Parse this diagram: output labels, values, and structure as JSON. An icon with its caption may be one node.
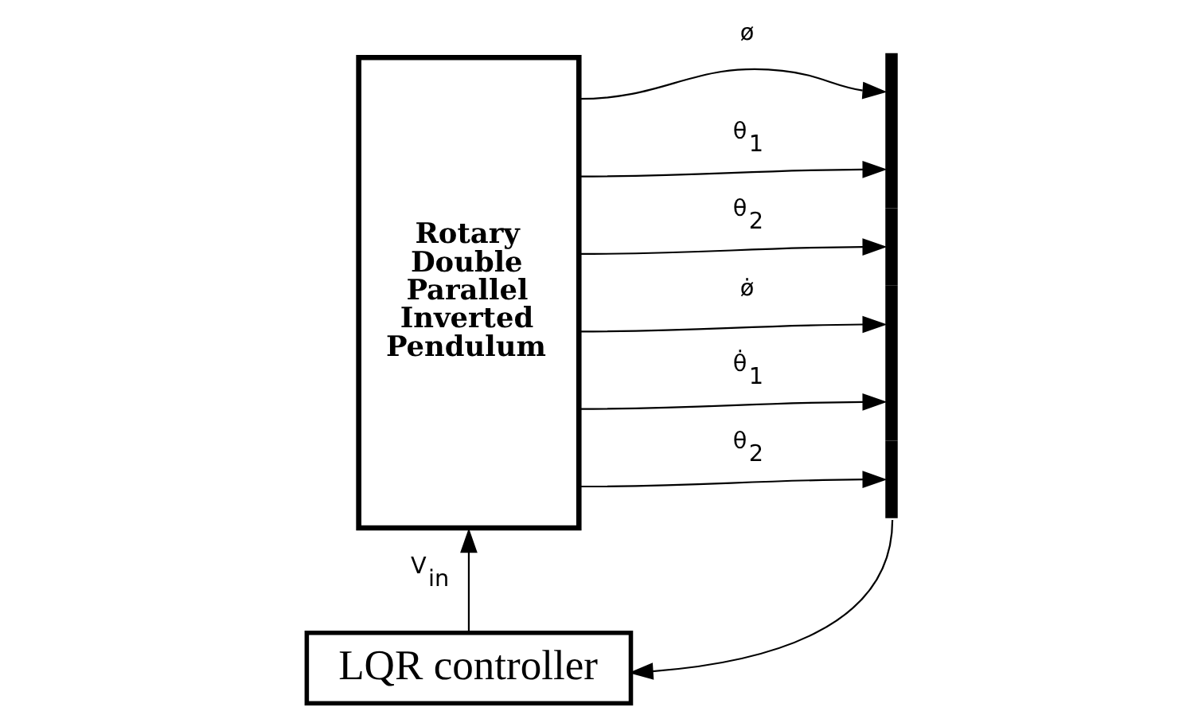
{
  "diagram": {
    "nodes": [
      {
        "text": [
          "Rotary Double Parallel Inverted Pendulum"
        ]
      },
      {
        "text": [],
        "shape": "bar"
      },
      {
        "text": [
          "LQR controller"
        ]
      }
    ],
    "edges": [
      {
        "from": 0,
        "to": 1,
        "arrow": "to",
        "label": "ø"
      },
      {
        "from": 0,
        "to": 1,
        "arrow": "to",
        "label": "θ$_{1}$"
      },
      {
        "from": 0,
        "to": 1,
        "arrow": "to",
        "label": "θ$_{2}$"
      },
      {
        "from": 0,
        "to": 1,
        "arrow": "to",
        "label": "ø̇"
      },
      {
        "from": 0,
        "to": 1,
        "arrow": "to",
        "label": "θ̇$_{1}$"
      },
      {
        "from": 0,
        "to": 1,
        "arrow": "to",
        "label": "θ$_{2}$"
      },
      {
        "from": 1,
        "to": 2,
        "arrow": "to"
      },
      {
        "from": 2,
        "to": 0,
        "arrow": "to",
        "label": "V$_{in}$"
      }
    ]
  }
}
